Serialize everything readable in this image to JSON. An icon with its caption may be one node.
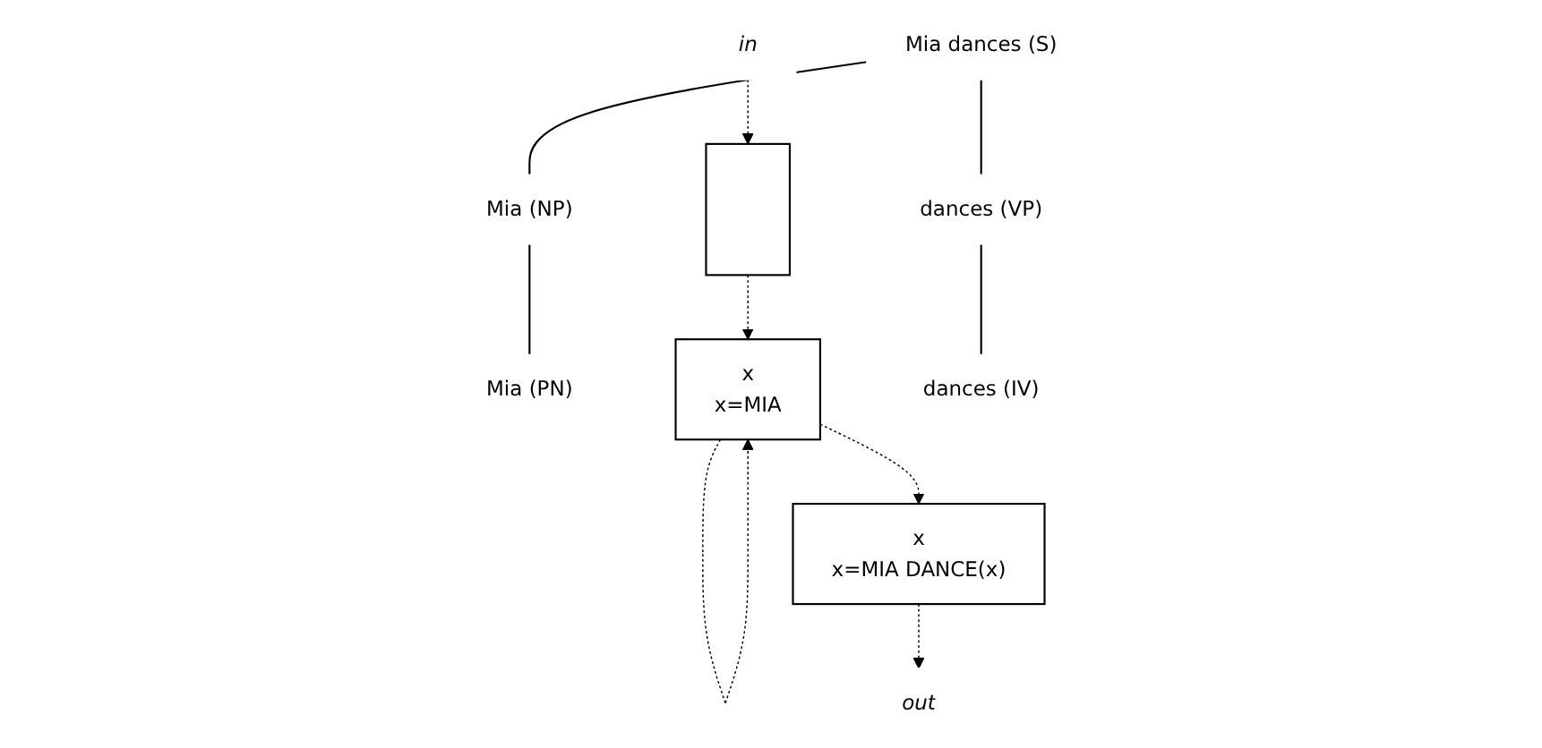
{
  "diagram": {
    "nodes": [
      {
        "text": [
          "Mia dances (S)"
        ]
      },
      {
        "text": [
          "in"
        ]
      },
      {
        "text": [
          "out"
        ]
      },
      {
        "text": [],
        "shape": "box"
      },
      {
        "text": [
          "Mia (NP)"
        ]
      },
      {
        "text": [
          "dances (VP)"
        ]
      },
      {
        "text": [
          "x",
          "x=MIA DANCE(x)"
        ]
      },
      {
        "text": [
          "Mia (PN)"
        ]
      },
      {
        "text": [
          "x",
          "x=MIA"
        ]
      },
      {
        "text": [
          "dances (IV)"
        ]
      }
    ],
    "edges": [
      {
        "from": 1,
        "to": 3,
        "arrow": "to",
        "style": "dashed"
      },
      {
        "from": 0,
        "to": 4,
        "arrow": "none"
      },
      {
        "from": 0,
        "to": 5,
        "arrow": "none"
      },
      {
        "from": 4,
        "to": 7,
        "arrow": "none"
      },
      {
        "from": 5,
        "to": 9,
        "arrow": "none"
      },
      {
        "from": 8,
        "to": 8,
        "arrow": "to",
        "style": "dashed"
      },
      {
        "from": 3,
        "to": 8,
        "arrow": "to",
        "style": "dashed"
      },
      {
        "from": 8,
        "to": 6,
        "arrow": "to",
        "style": "dashed"
      },
      {
        "from": 6,
        "to": 2,
        "arrow": "to",
        "style": "dashed"
      }
    ]
  }
}
